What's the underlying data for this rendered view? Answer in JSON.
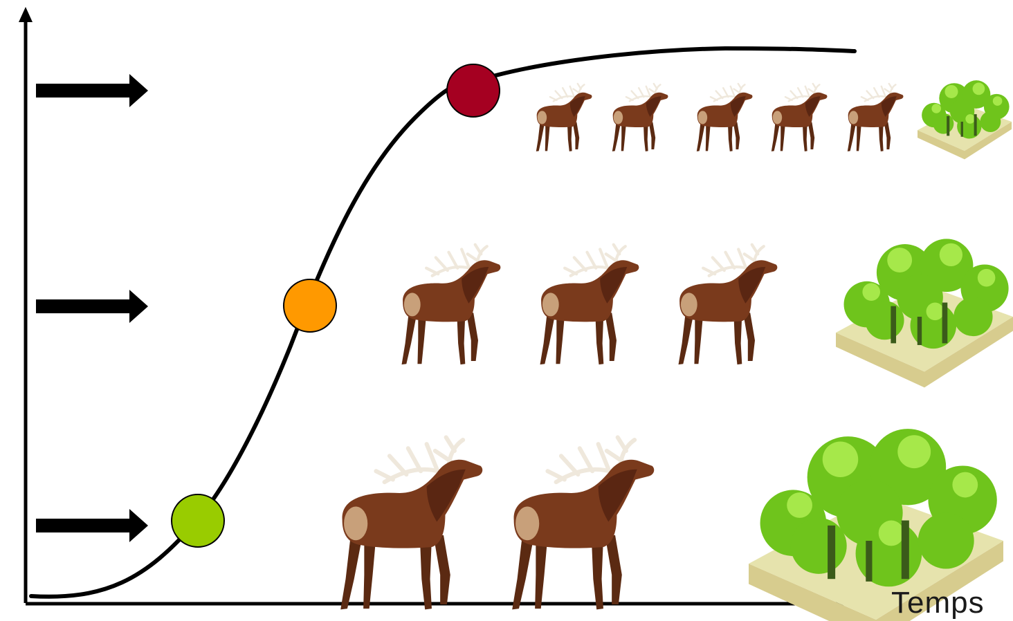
{
  "xlabel": "Temps",
  "levels": [
    {
      "name": "low",
      "color": "#99cc00",
      "deer_count": 2,
      "deer_size": "large",
      "forest_density": "dense"
    },
    {
      "name": "medium",
      "color": "#ff9900",
      "deer_count": 3,
      "deer_size": "medium",
      "forest_density": "dense"
    },
    {
      "name": "high",
      "color": "#a50021",
      "deer_count": 5,
      "deer_size": "small",
      "forest_density": "degraded"
    }
  ],
  "icons": [
    "arrow-right-icon",
    "deer-icon",
    "forest-block-icon"
  ],
  "colors": {
    "curve": "#000000",
    "deer_body": "#7a3a1c",
    "deer_dark": "#4a2210",
    "antler": "#eee7dc",
    "foliage": "#7ed321",
    "soil": "#d9d29a"
  }
}
